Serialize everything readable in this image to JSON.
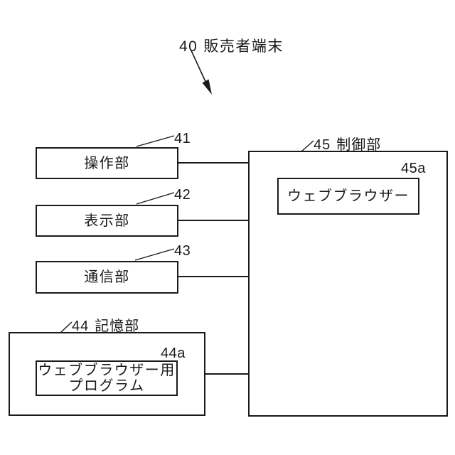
{
  "figure": {
    "title": {
      "ref": "40",
      "label": "販売者端末"
    },
    "colors": {
      "line": "#1a1a1a",
      "background": "#ffffff"
    },
    "blocks": {
      "operation": {
        "ref": "41",
        "label": "操作部"
      },
      "display": {
        "ref": "42",
        "label": "表示部"
      },
      "communication": {
        "ref": "43",
        "label": "通信部"
      },
      "storage": {
        "ref": "44",
        "label": "記憶部"
      },
      "browser_program": {
        "ref": "44a",
        "label_line1": "ウェブブラウザー用",
        "label_line2": "プログラム"
      },
      "control": {
        "ref": "45",
        "label": "制御部"
      },
      "web_browser": {
        "ref": "45a",
        "label": "ウェブブラウザー"
      }
    }
  }
}
